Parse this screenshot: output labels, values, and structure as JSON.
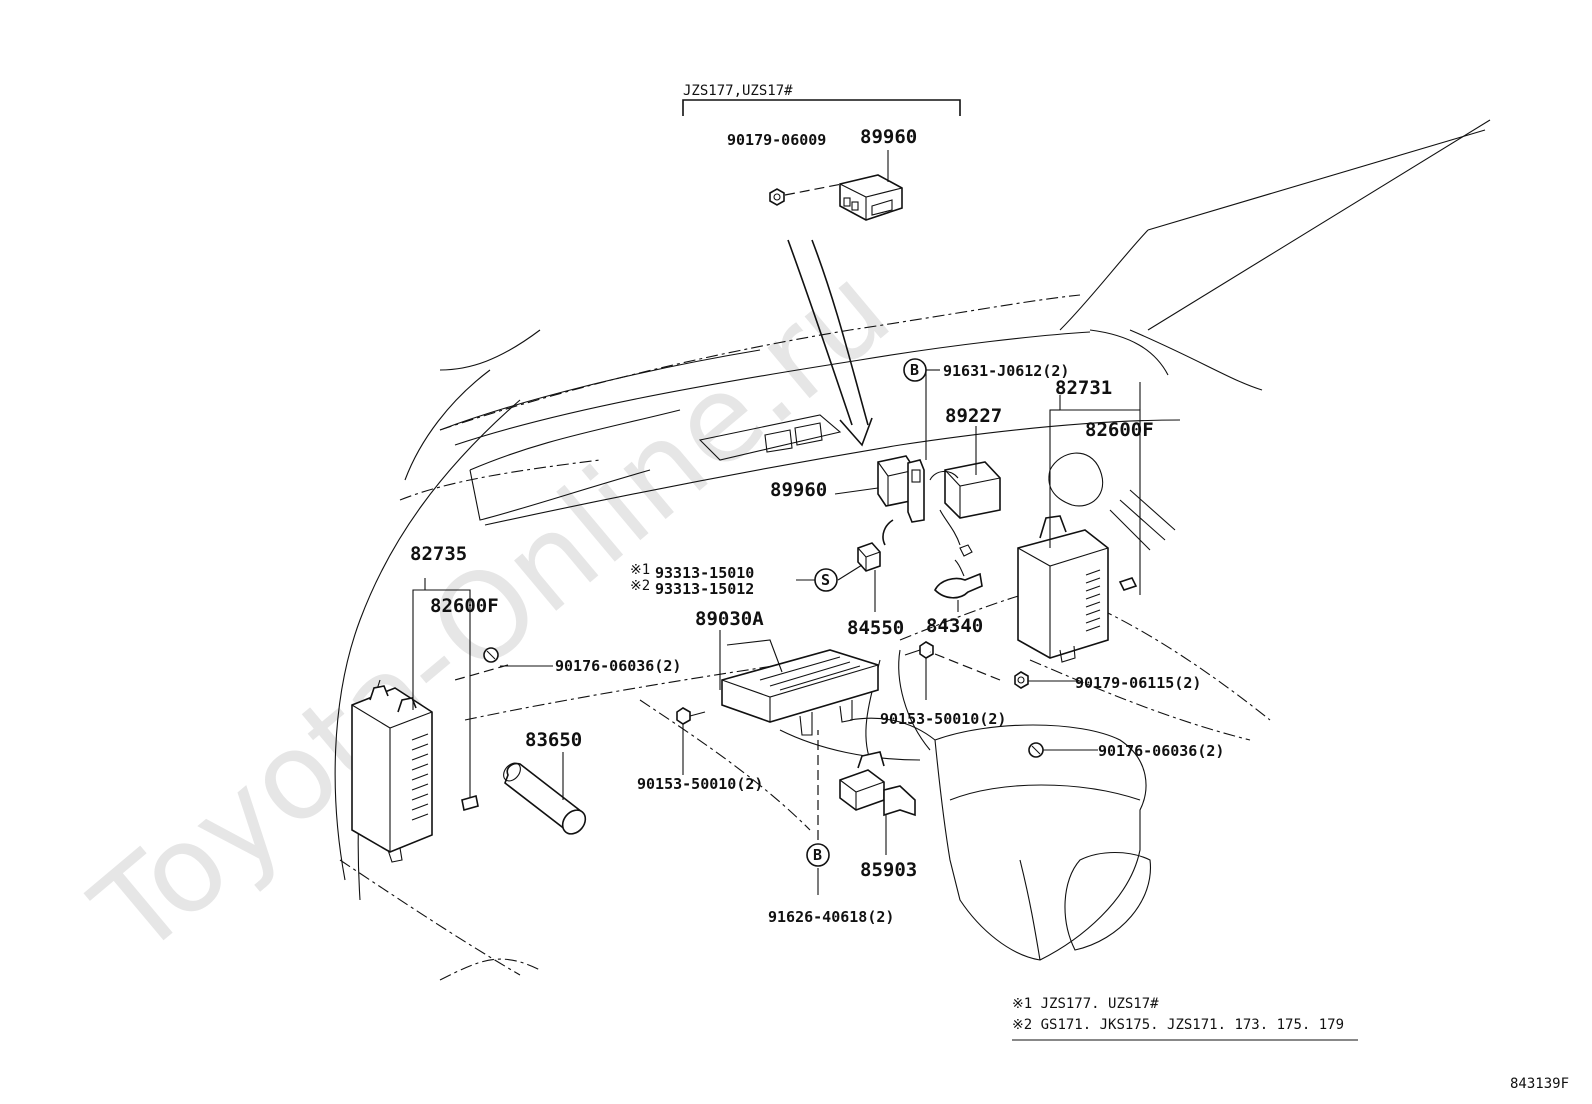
{
  "header_note": "JZS177,UZS17#",
  "watermark": "Toyota-Online.ru",
  "callouts": {
    "c_b": "B",
    "c_s": "S"
  },
  "labels": {
    "p_90179_06009": "90179-06009",
    "p_89960_top": "89960",
    "p_91631": "91631-J0612(2)",
    "p_82731": "82731",
    "p_89227": "89227",
    "p_82600f_right": "82600F",
    "p_89960_mid": "89960",
    "p_82735": "82735",
    "p_82600f_left": "82600F",
    "p_93313_15010": "93313-15010",
    "p_93313_15012": "93313-15012",
    "p_89030a": "89030A",
    "p_84550": "84550",
    "p_84340": "84340",
    "p_90176_left": "90176-06036(2)",
    "p_90179_06115": "90179-06115(2)",
    "p_90153_right": "90153-50010(2)",
    "p_90176_right": "90176-06036(2)",
    "p_83650": "83650",
    "p_90153_left": "90153-50010(2)",
    "p_85903": "85903",
    "p_91626": "91626-40618(2)"
  },
  "refmarks": {
    "m1": "※1",
    "m2": "※2"
  },
  "notes": {
    "note1": "※1 JZS177. UZS17#",
    "note2": "※2 GS171. JKS175. JZS171. 173. 175. 179"
  },
  "diagram_id": "843139F"
}
